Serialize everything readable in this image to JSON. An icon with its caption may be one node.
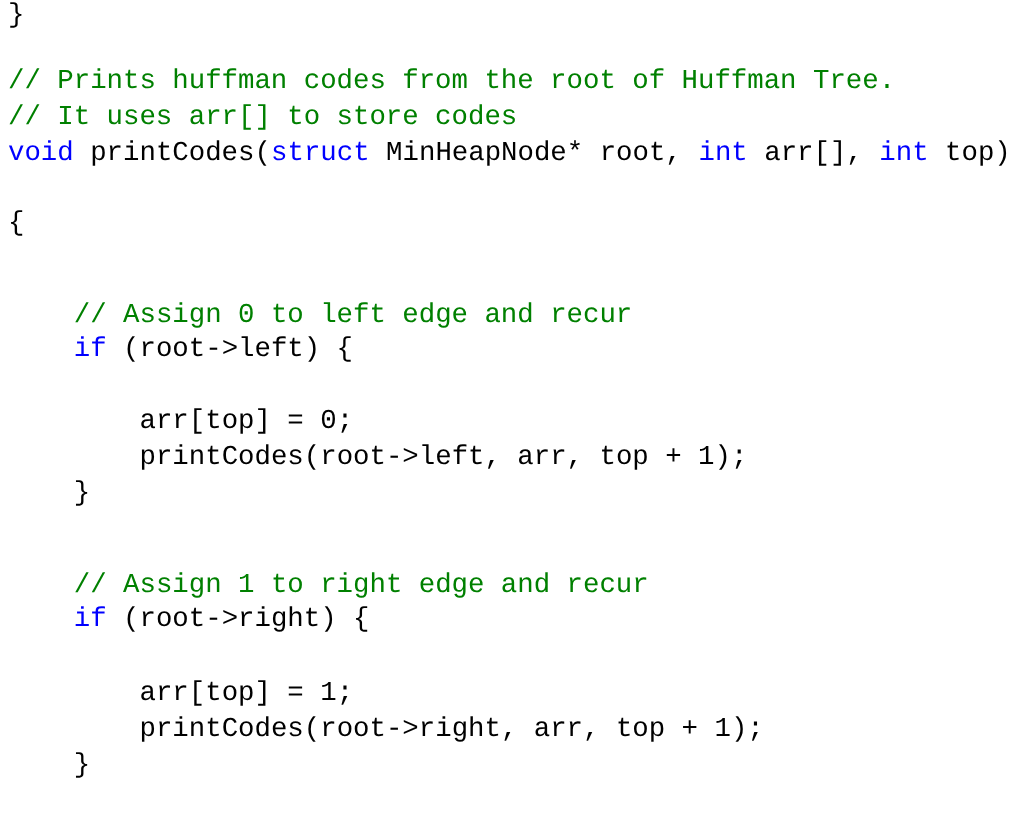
{
  "diagram": {
    "labels": [
      "}",
      "// Prints huffman codes from the root of Huffman Tree.",
      "// It uses arr[] to store codes",
      "void",
      "printCodes(",
      "struct",
      "MinHeapNode* root,",
      "int",
      "arr[],",
      "int",
      "top)",
      "{",
      "// Assign 0 to left edge and recur",
      "if",
      "(root->left) {",
      "arr[top] = 0;",
      "printCodes(root->left, arr, top + 1);",
      "}",
      "// Assign 1 to right edge and recur",
      "if",
      "(root->right) {",
      "arr[top] = 1;",
      "printCodes(root->right, arr, top + 1);",
      "}"
    ]
  }
}
